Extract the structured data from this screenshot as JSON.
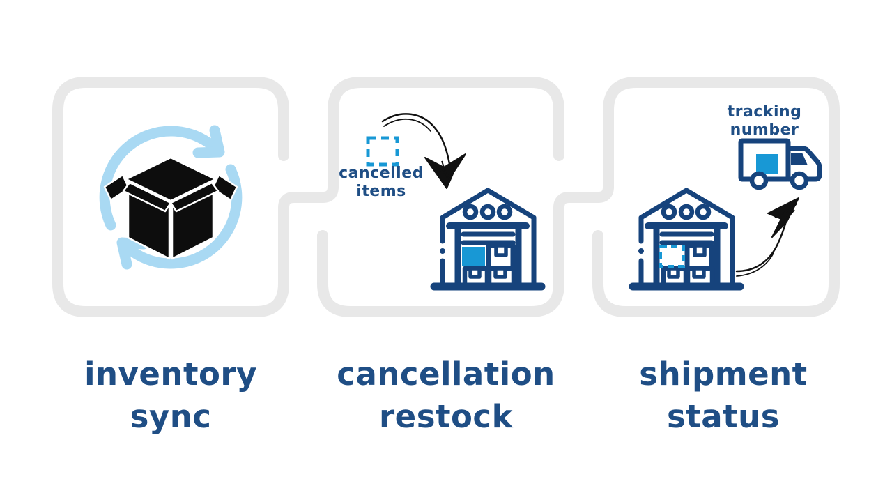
{
  "colors": {
    "background": "#ffffff",
    "panel_outline_gray": "#e8e8e8",
    "icon_navy": "#16437c",
    "label_navy": "#1f4e85",
    "bright_blue": "#1898d5",
    "light_blue_sync": "#a9d9f3",
    "sketch_black": "#111111"
  },
  "panels": [
    {
      "id": "inventory-sync",
      "icon": "sync-box-icon",
      "label_line1": "inventory",
      "label_line2": "sync"
    },
    {
      "id": "cancellation-restock",
      "icon": "warehouse-icon",
      "label_line1": "cancellation",
      "label_line2": "restock",
      "annotation": {
        "icon": "dashed-box-icon",
        "line1": "cancelled",
        "line2": "items"
      }
    },
    {
      "id": "shipment-status",
      "icon": "warehouse-icon",
      "label_line1": "shipment",
      "label_line2": "status",
      "annotation": {
        "icon": "delivery-truck-icon",
        "line1": "tracking",
        "line2": "number"
      }
    }
  ]
}
